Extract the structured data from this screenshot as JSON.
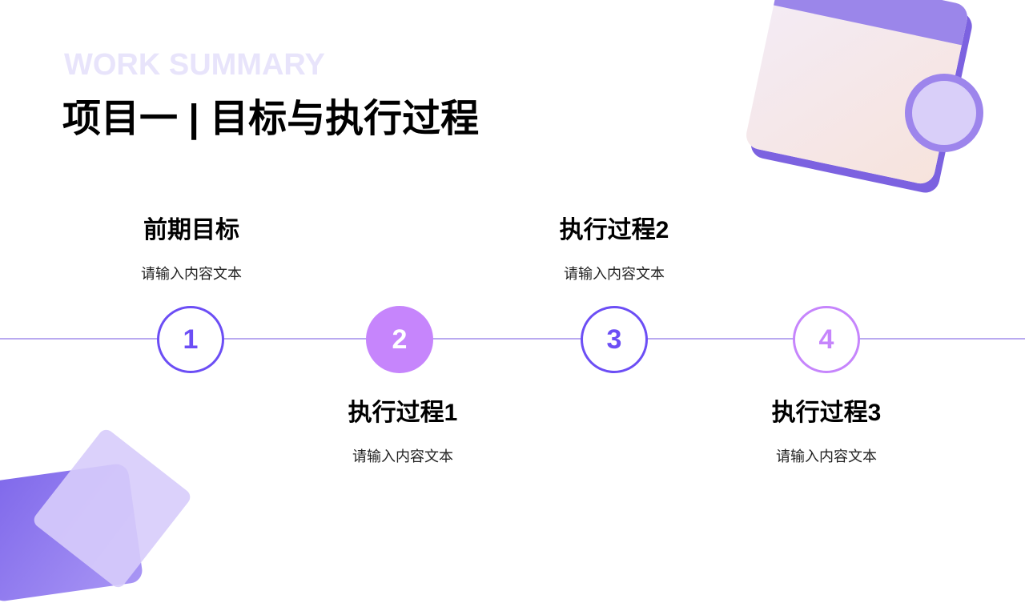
{
  "header": {
    "subtitle": "WORK SUMMARY",
    "title": "项目一 | 目标与执行过程"
  },
  "steps": [
    {
      "number": "1",
      "title": "前期目标",
      "text": "请输入内容文本"
    },
    {
      "number": "2",
      "title": "执行过程1",
      "text": "请输入内容文本"
    },
    {
      "number": "3",
      "title": "执行过程2",
      "text": "请输入内容文本"
    },
    {
      "number": "4",
      "title": "执行过程3",
      "text": "请输入内容文本"
    }
  ],
  "colors": {
    "accent": "#6c4ef5",
    "accent_light": "#c685fc"
  }
}
